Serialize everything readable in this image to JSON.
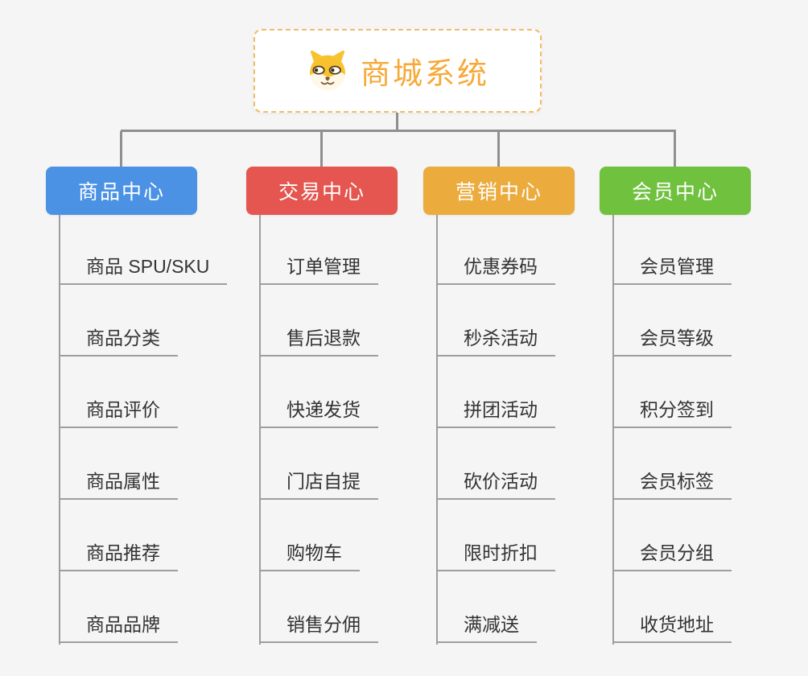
{
  "root": {
    "title": "商城系统",
    "icon": "dog-face-icon"
  },
  "branches": [
    {
      "label": "商品中心",
      "color": "#4b92e5",
      "children": [
        "商品 SPU/SKU",
        "商品分类",
        "商品评价",
        "商品属性",
        "商品推荐",
        "商品品牌"
      ]
    },
    {
      "label": "交易中心",
      "color": "#e4564f",
      "children": [
        "订单管理",
        "售后退款",
        "快递发货",
        "门店自提",
        "购物车",
        "销售分佣"
      ]
    },
    {
      "label": "营销中心",
      "color": "#ebab3d",
      "children": [
        "优惠券码",
        "秒杀活动",
        "拼团活动",
        "砍价活动",
        "限时折扣",
        "满减送"
      ]
    },
    {
      "label": "会员中心",
      "color": "#6fc13e",
      "children": [
        "会员管理",
        "会员等级",
        "积分签到",
        "会员标签",
        "会员分组",
        "收货地址"
      ]
    }
  ],
  "palette": {
    "background": "#f5f5f6",
    "connector": "#8f8f8f",
    "topic_line": "#9e9e9e",
    "topic_text": "#333333",
    "root_title": "#f6a937",
    "root_border": "#f2bc66",
    "root_background": "#ffffff"
  }
}
